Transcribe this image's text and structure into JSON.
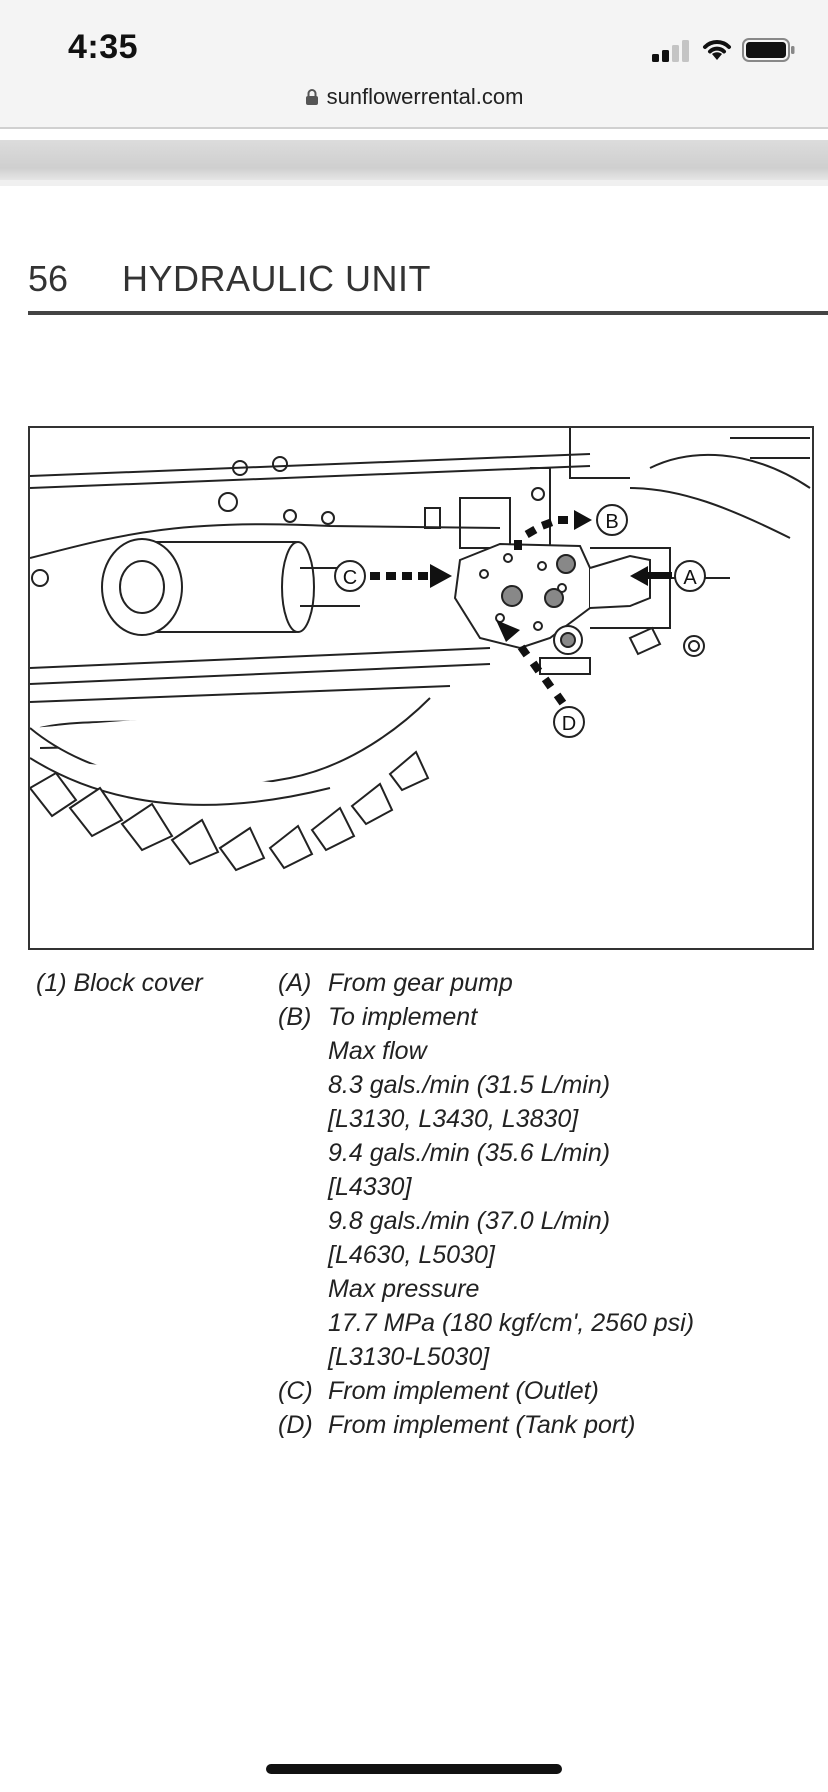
{
  "status": {
    "time": "4:35"
  },
  "browser": {
    "url": "sunflowerrental.com"
  },
  "page": {
    "number": "56",
    "section_title": "HYDRAULIC UNIT"
  },
  "figure": {
    "callouts": {
      "a": "A",
      "b": "B",
      "c": "C",
      "d": "D"
    }
  },
  "legend": {
    "left_item": "(1) Block cover",
    "items": [
      {
        "tag": "(A)",
        "text": "From gear pump"
      },
      {
        "tag": "(B)",
        "text": "To implement"
      },
      {
        "tag": "",
        "text": "Max flow"
      },
      {
        "tag": "",
        "text": "8.3 gals./min (31.5 L/min)"
      },
      {
        "tag": "",
        "text": "[L3130, L3430, L3830]"
      },
      {
        "tag": "",
        "text": "9.4 gals./min (35.6 L/min)"
      },
      {
        "tag": "",
        "text": "[L4330]"
      },
      {
        "tag": "",
        "text": "9.8 gals./min (37.0 L/min)"
      },
      {
        "tag": "",
        "text": "[L4630, L5030]"
      },
      {
        "tag": "",
        "text": "Max pressure"
      },
      {
        "tag": "",
        "text": "17.7 MPa (180 kgf/cm', 2560 psi)"
      },
      {
        "tag": "",
        "text": "[L3130-L5030]"
      },
      {
        "tag": "(C)",
        "text": "From implement (Outlet)"
      },
      {
        "tag": "(D)",
        "text": "From implement (Tank port)"
      }
    ]
  },
  "icons": {
    "signal": "cellular-signal-icon",
    "wifi": "wifi-icon",
    "battery": "battery-icon",
    "lock": "lock-icon"
  }
}
